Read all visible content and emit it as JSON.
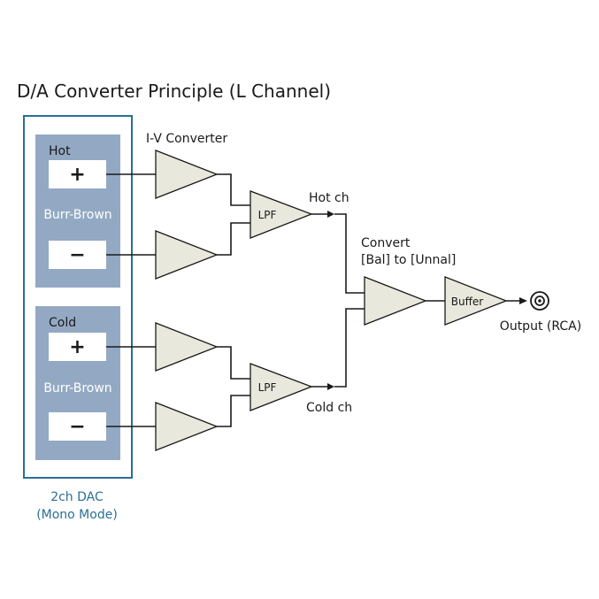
{
  "title": "D/A Converter Principle (L Channel)",
  "dac": {
    "hot_label": "Hot",
    "cold_label": "Cold",
    "chip_label": "Burr-Brown",
    "plus_sign": "+",
    "minus_sign": "−",
    "caption_line1": "2ch DAC",
    "caption_line2": "(Mono Mode)"
  },
  "iv_converter_label": "I-V Converter",
  "lpf_label": "LPF",
  "hot_ch_label": "Hot ch",
  "cold_ch_label": "Cold ch",
  "convert_line1": "Convert",
  "convert_line2": "[Bal] to [Unnal]",
  "buffer_label": "Buffer",
  "output_label": "Output (RCA)",
  "colors": {
    "dac_border": "#2a6f97",
    "dac_panel": "#93a9c3",
    "amp_fill": "#e9e8dc",
    "caption_blue": "#2a6f97"
  }
}
